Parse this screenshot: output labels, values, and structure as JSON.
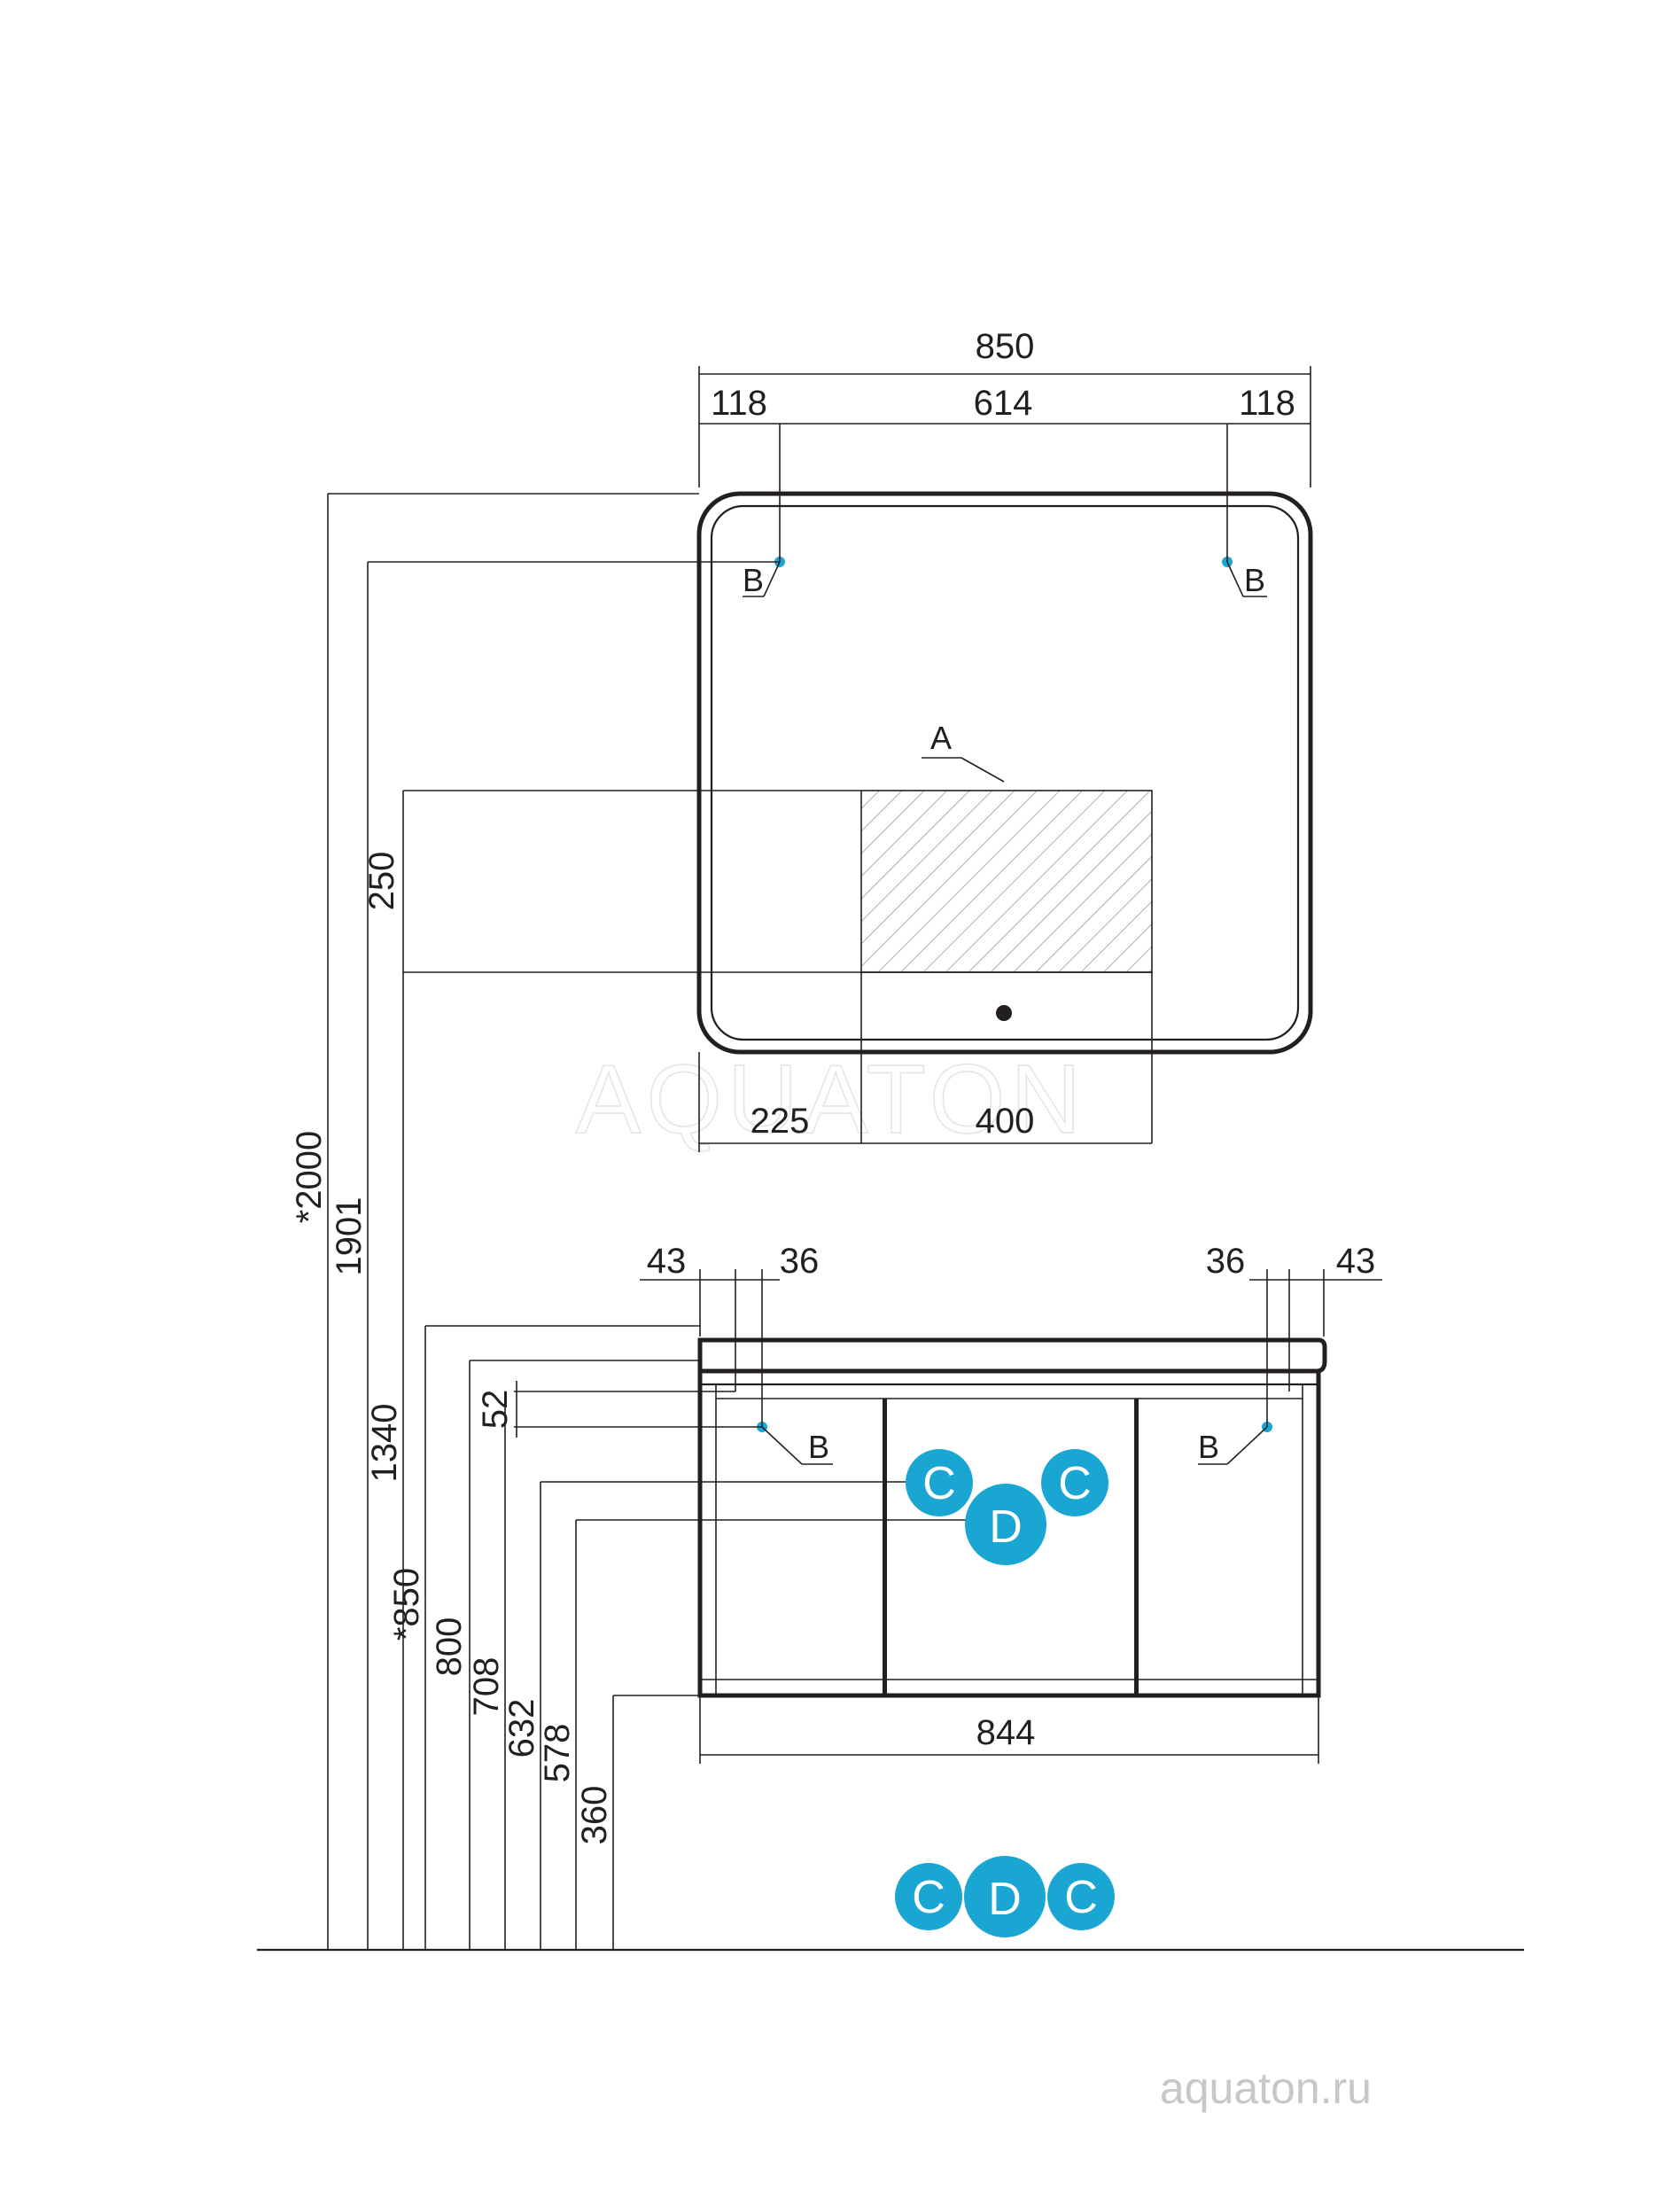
{
  "mirror": {
    "width": "850",
    "offset_left": "118",
    "between": "614",
    "offset_right": "118",
    "cutout_height": "250",
    "cutout_offset": "225",
    "cutout_width": "400",
    "label_a": "A",
    "label_b_left": "B",
    "label_b_right": "B"
  },
  "cabinet": {
    "offset_left": "43",
    "inner_left": "36",
    "inner_right": "36",
    "offset_right": "43",
    "width": "844",
    "gap": "52",
    "label_b_left": "B",
    "label_b_right": "B"
  },
  "heights": {
    "h2000": "*2000",
    "h1901": "1901",
    "h1340": "1340",
    "h850": "*850",
    "h800": "800",
    "h708": "708",
    "h632": "632",
    "h578": "578",
    "h360": "360"
  },
  "markers": {
    "c": "C",
    "d": "D",
    "accent_color": "#1aa6d3"
  },
  "watermark": "AQUATON",
  "site": "aquaton.ru"
}
